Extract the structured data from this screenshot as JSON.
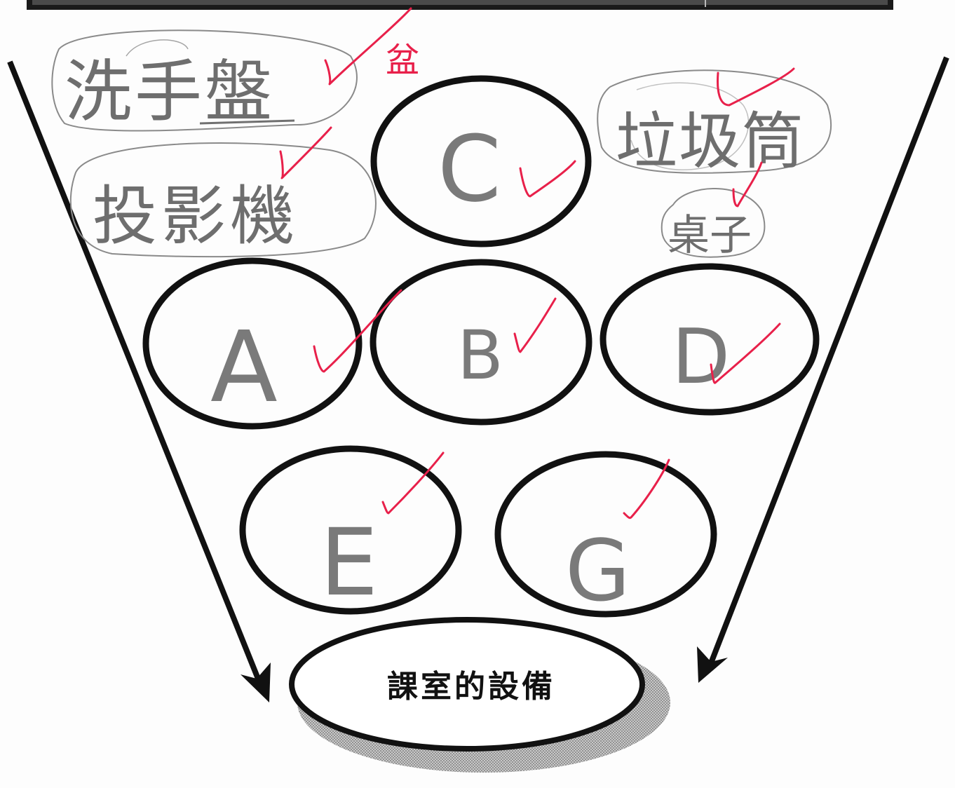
{
  "diagram": {
    "base_label": "課室的設備",
    "circle_labels": {
      "c": "C",
      "a": "A",
      "b": "B",
      "d": "D",
      "e": "E",
      "g": "G"
    },
    "bubbles": {
      "sink": "洗手盤",
      "projector": "投影機",
      "trash": "垃圾筒",
      "table": "桌子"
    },
    "correction_note": "盆",
    "colors": {
      "ink": "#111111",
      "pencil": "#7a7a7a",
      "red_pen": "#e8204a",
      "shadow": "#9a9a9a"
    }
  }
}
